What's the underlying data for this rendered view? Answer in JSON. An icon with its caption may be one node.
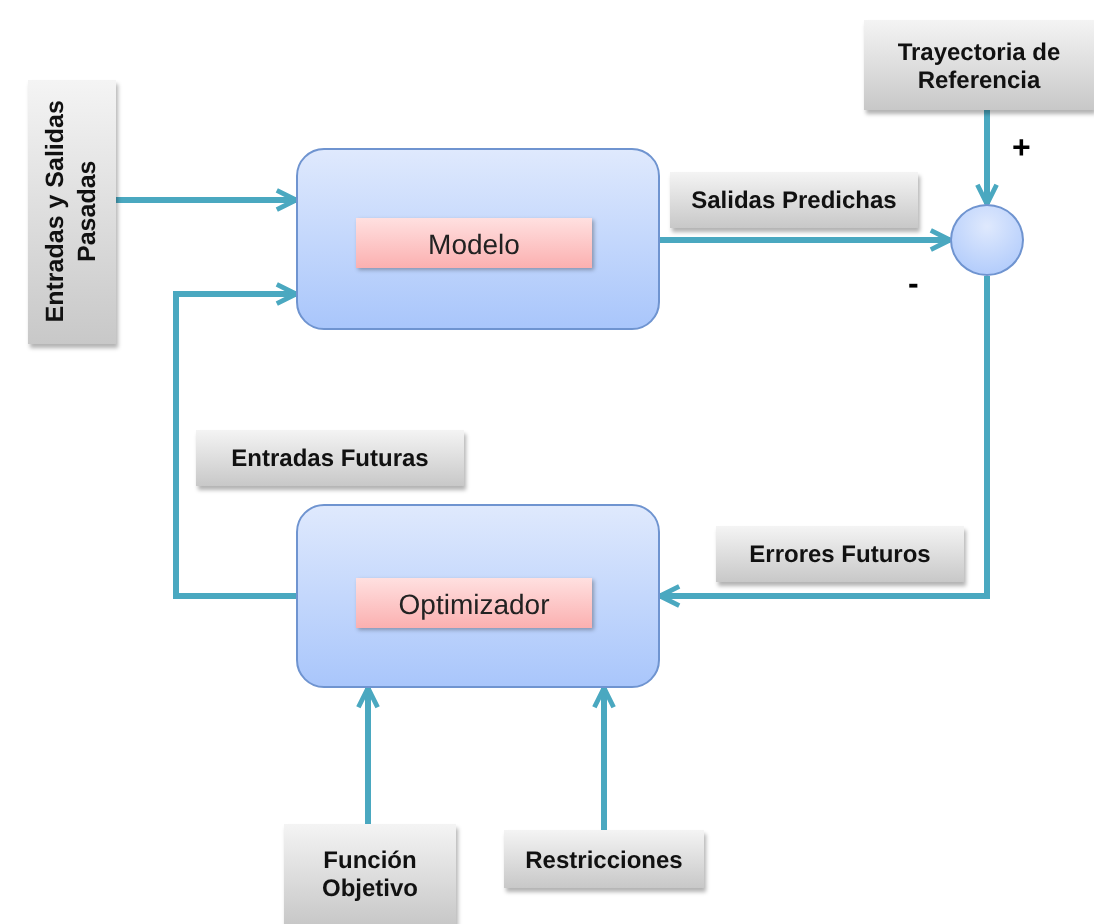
{
  "diagram": {
    "nodes": [
      {
        "text": [
          "Entradas y Salidas Pasadas"
        ]
      },
      {
        "text": [],
        "shape": "box"
      },
      {
        "text": [
          "Modelo"
        ],
        "in": 1
      },
      {
        "text": [
          "Trayectoria de Referencia"
        ]
      },
      {
        "text": [],
        "shape": "circle"
      },
      {
        "text": [],
        "shape": "box"
      },
      {
        "text": [
          "Optimizador"
        ],
        "in": 5
      },
      {
        "text": [
          "Función Objetivo"
        ]
      },
      {
        "text": [
          "Restricciones"
        ]
      },
      {
        "text": [
          "Salidas Predichas"
        ]
      },
      {
        "text": [
          "Entradas Futuras"
        ]
      },
      {
        "text": [
          "Errores Futuros"
        ]
      }
    ],
    "edges": [
      {
        "from": 0,
        "to": 1,
        "arrow": "to"
      },
      {
        "from": 5,
        "to": 1,
        "arrow": "to"
      },
      {
        "from": 1,
        "to": 4,
        "arrow": "to"
      },
      {
        "from": 3,
        "to": 4,
        "arrow": "to"
      },
      {
        "from": 4,
        "to": 5,
        "arrow": "to"
      },
      {
        "from": 7,
        "to": 5,
        "arrow": "to"
      },
      {
        "from": 8,
        "to": 5,
        "arrow": "to"
      }
    ],
    "labels": [
      "+",
      "-"
    ]
  }
}
